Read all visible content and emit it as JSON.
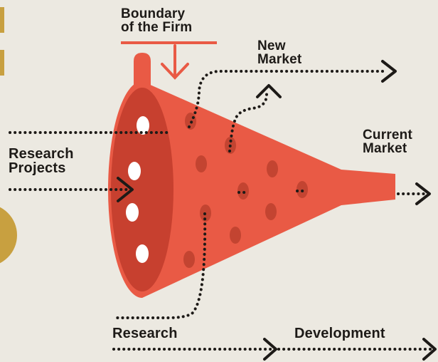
{
  "labels": {
    "boundary": [
      "Boundary",
      "of the Firm"
    ],
    "new_market": [
      "New",
      "Market"
    ],
    "current_market": [
      "Current",
      "Market"
    ],
    "research_projects": [
      "Research",
      "Projects"
    ],
    "research": "Research",
    "development": "Development"
  },
  "colors": {
    "background": "#ece9e1",
    "funnel": "#e95a45",
    "funnel_inner": "#c7402f",
    "spot": "#c34431",
    "dots": "#1d1a17",
    "boundary_line": "#e95a45",
    "left_circle": "#c8a040"
  }
}
